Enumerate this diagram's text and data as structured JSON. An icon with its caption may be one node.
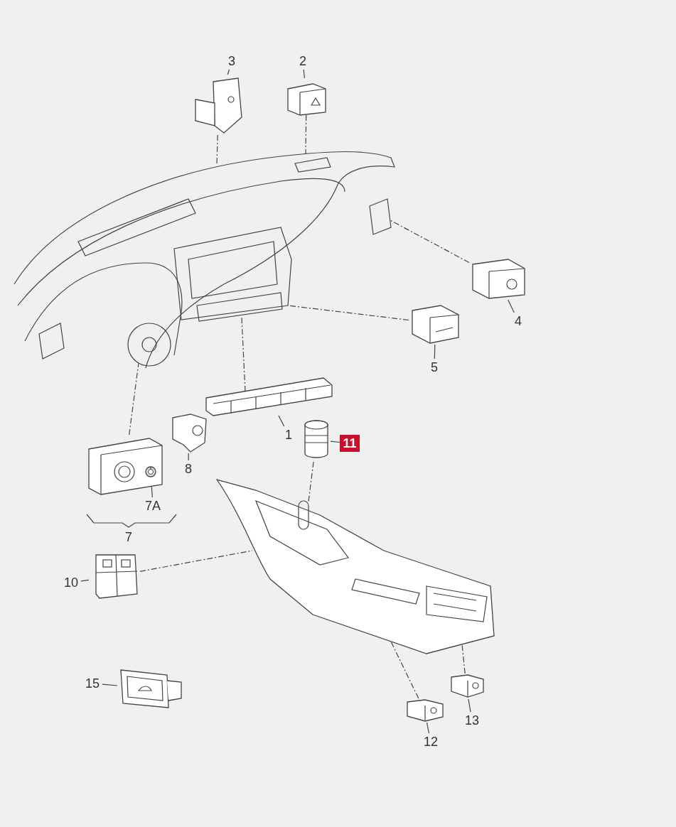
{
  "diagram": {
    "nodes": [
      {
        "text": [],
        "shape": "picture"
      },
      {
        "text": [],
        "shape": "picture"
      },
      {
        "text": [
          "3"
        ]
      },
      {
        "text": [],
        "shape": "picture"
      },
      {
        "text": [
          "2"
        ]
      },
      {
        "text": [],
        "shape": "picture"
      },
      {
        "text": [
          "4"
        ]
      },
      {
        "text": [],
        "shape": "picture"
      },
      {
        "text": [
          "5"
        ]
      },
      {
        "text": [],
        "shape": "picture"
      },
      {
        "text": [
          "1"
        ]
      },
      {
        "text": [],
        "shape": "picture"
      },
      {
        "text": [
          "8"
        ]
      },
      {
        "text": [],
        "shape": "picture"
      },
      {
        "text": [
          "11"
        ]
      },
      {
        "text": [],
        "shape": "picture"
      },
      {
        "text": [],
        "shape": "picture"
      },
      {
        "text": [
          "7A"
        ]
      },
      {
        "text": [],
        "shape": "picture",
        "in": 16
      },
      {
        "text": [
          "10"
        ]
      },
      {
        "text": [],
        "shape": "picture"
      },
      {
        "text": [
          "15"
        ]
      },
      {
        "text": [],
        "shape": "picture"
      },
      {
        "text": [
          "12"
        ]
      },
      {
        "text": [],
        "shape": "picture"
      },
      {
        "text": [
          "13"
        ]
      },
      {
        "text": [],
        "shape": "picture"
      }
    ],
    "edges": [
      {
        "from": 2,
        "to": 3,
        "arrow": "none"
      },
      {
        "from": 4,
        "to": 5,
        "arrow": "none"
      },
      {
        "from": 6,
        "to": 7,
        "arrow": "none"
      },
      {
        "from": 8,
        "to": 9,
        "arrow": "none"
      },
      {
        "from": 10,
        "to": 11,
        "arrow": "none"
      },
      {
        "from": 12,
        "to": 13,
        "arrow": "none"
      },
      {
        "from": 14,
        "to": 15,
        "arrow": "none"
      },
      {
        "from": 17,
        "to": 18,
        "arrow": "none"
      },
      {
        "from": 19,
        "to": 20,
        "arrow": "none"
      },
      {
        "from": 21,
        "to": 22,
        "arrow": "none"
      },
      {
        "from": 23,
        "to": 24,
        "arrow": "none"
      },
      {
        "from": 25,
        "to": 26,
        "arrow": "none"
      },
      {
        "from": 3,
        "to": 0,
        "arrow": "none",
        "style": "dashed"
      },
      {
        "from": 5,
        "to": 0,
        "arrow": "none",
        "style": "dashed"
      },
      {
        "from": 7,
        "to": 0,
        "arrow": "none",
        "style": "dashed"
      },
      {
        "from": 9,
        "to": 0,
        "arrow": "none",
        "style": "dashed"
      },
      {
        "from": 11,
        "to": 0,
        "arrow": "none",
        "style": "dashed"
      },
      {
        "from": 16,
        "to": 0,
        "arrow": "none",
        "style": "dashed"
      },
      {
        "from": 15,
        "to": 1,
        "arrow": "none",
        "style": "dashed"
      },
      {
        "from": 20,
        "to": 1,
        "arrow": "none",
        "style": "dashed"
      },
      {
        "from": 24,
        "to": 1,
        "arrow": "none",
        "style": "dashed"
      },
      {
        "from": 26,
        "to": 1,
        "arrow": "none",
        "style": "dashed"
      }
    ],
    "labels": [
      "7"
    ]
  }
}
